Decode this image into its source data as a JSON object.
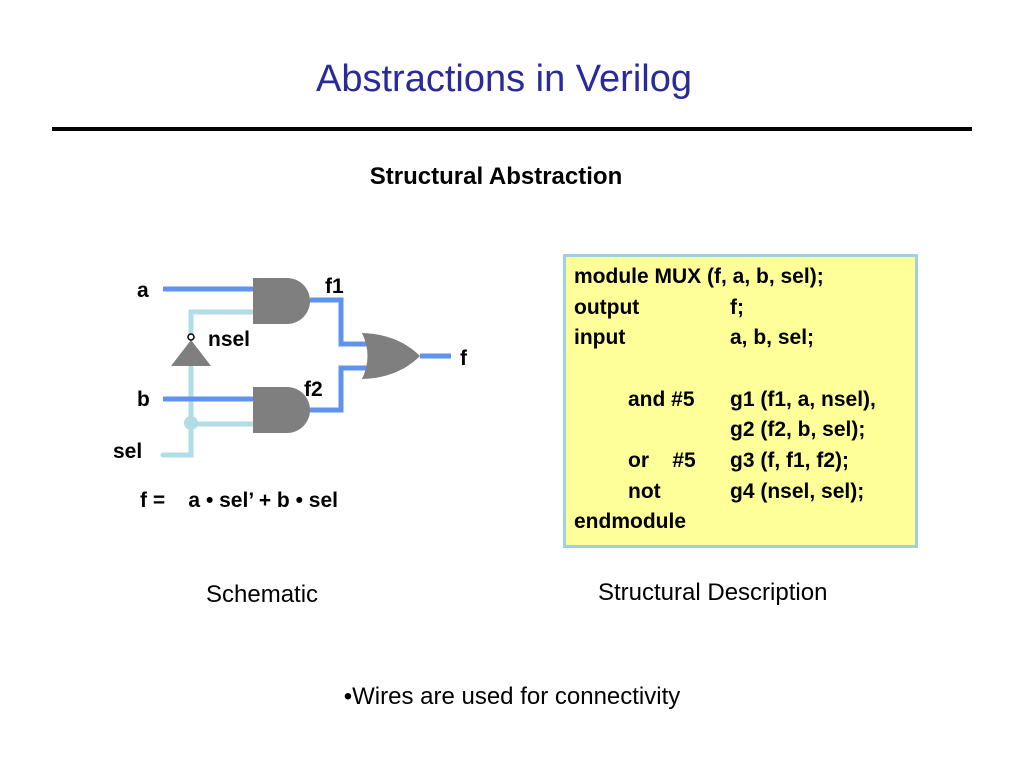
{
  "slide": {
    "title": "Abstractions in Verilog",
    "subtitle": "Structural Abstraction",
    "bullet": "•Wires are used for connectivity"
  },
  "schematic": {
    "labels": {
      "a": "a",
      "b": "b",
      "sel": "sel",
      "nsel": "nsel",
      "f1": "f1",
      "f2": "f2",
      "f": "f"
    },
    "equation": "f =    a • sel’ + b • sel",
    "caption": "Schematic",
    "colors": {
      "wire_main": "#5f93ef",
      "wire_sel": "#b3dde6",
      "gate": "#7f7f7f"
    }
  },
  "code": {
    "caption": "Structural Description",
    "box_colors": {
      "background": "#ffff99",
      "border": "#9fd0e0"
    },
    "lines": [
      {
        "c1": "module MUX (f, a, b, sel);",
        "c2": "",
        "c3": ""
      },
      {
        "c1": "output",
        "c2": "",
        "c3": "f;"
      },
      {
        "c1": "input",
        "c2": "",
        "c3": "a, b, sel;"
      },
      {
        "c1": "",
        "c2": "",
        "c3": ""
      },
      {
        "c1": "",
        "c2": "and #5",
        "c3": "g1 (f1, a, nsel),"
      },
      {
        "c1": "",
        "c2": "",
        "c3": "g2 (f2, b, sel);"
      },
      {
        "c1": "",
        "c2": "or    #5",
        "c3": "g3 (f, f1, f2);"
      },
      {
        "c1": "",
        "c2": "not",
        "c3": "g4 (nsel, sel);"
      },
      {
        "c1": "endmodule",
        "c2": "",
        "c3": ""
      }
    ]
  }
}
